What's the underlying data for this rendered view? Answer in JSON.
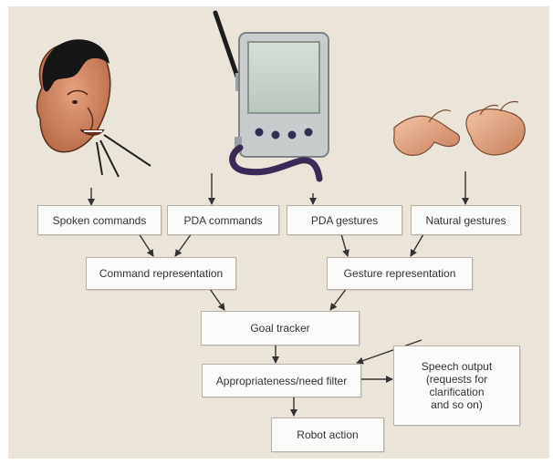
{
  "diagram": {
    "nodes": {
      "spoken_commands": "Spoken commands",
      "pda_commands": "PDA commands",
      "pda_gestures": "PDA gestures",
      "natural_gestures": "Natural gestures",
      "command_representation": "Command representation",
      "gesture_representation": "Gesture representation",
      "goal_tracker": "Goal tracker",
      "filter": "Appropriateness/need filter",
      "speech_output": [
        "Speech output",
        "(requests for",
        "clarification",
        "and so on)"
      ],
      "robot_action": "Robot action"
    },
    "illustrations": [
      "speaking-person-head",
      "handheld-pda-device",
      "gesturing-hands"
    ],
    "colors": {
      "background": "#ebe5d9",
      "box_fill": "#fbfbf9",
      "box_border": "#b8b2a6",
      "text": "#333333",
      "arrow": "#333333"
    }
  }
}
